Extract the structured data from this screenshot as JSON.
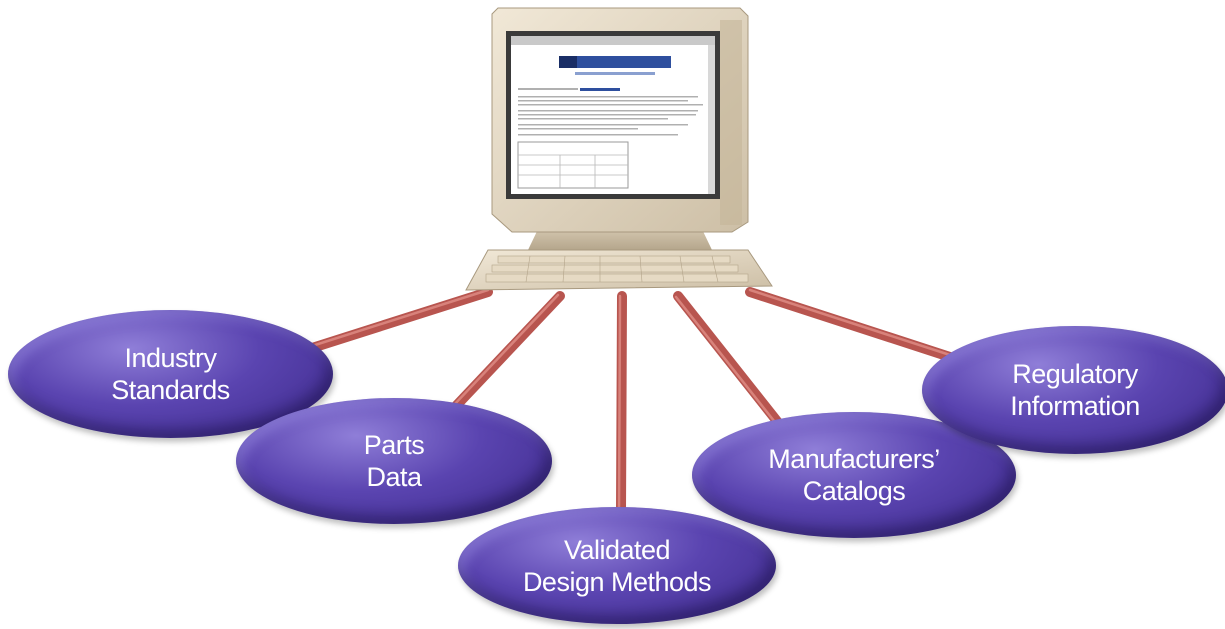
{
  "nodes": [
    {
      "id": "industry-standards",
      "lines": [
        "Industry",
        "Standards"
      ]
    },
    {
      "id": "parts-data",
      "lines": [
        "Parts",
        "Data"
      ]
    },
    {
      "id": "validated-design-methods",
      "lines": [
        "Validated",
        "Design Methods"
      ]
    },
    {
      "id": "manufacturers-catalogs",
      "lines": [
        "Manufacturers’",
        "Catalogs"
      ]
    },
    {
      "id": "regulatory-information",
      "lines": [
        "Regulatory",
        "Information"
      ]
    }
  ],
  "colors": {
    "node_fill": "#5a44b0",
    "connector": "#b8554f",
    "computer_beige": "#e8dcc8",
    "screen_page": "#ffffff",
    "screen_banner": "#2e4f9e"
  }
}
